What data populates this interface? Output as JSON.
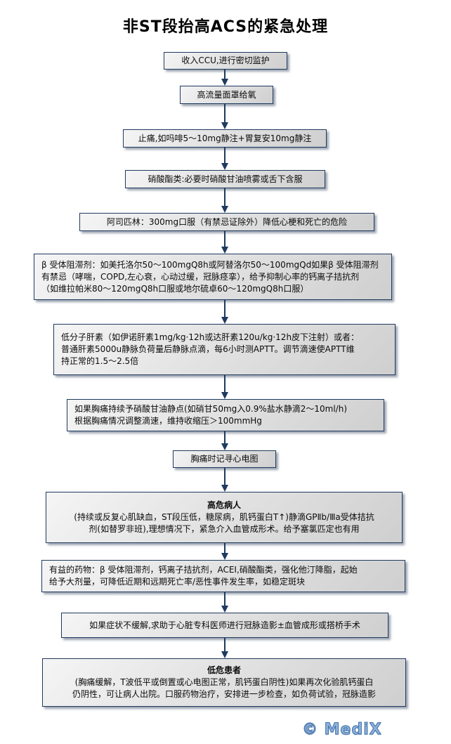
{
  "page": {
    "title": "非ST段抬高ACS的紧急处理",
    "watermark": "© MediX"
  },
  "colors": {
    "node_border": "#1f3a5f",
    "node_fill_light": "#f5f5f5",
    "node_fill_dark": "#cfcfcf",
    "arrow": "#1f3a5f",
    "watermark_blue": "#8fb2dc",
    "watermark_outline": "#3e6fa8"
  },
  "flowchart": {
    "nodes": [
      {
        "id": "admit-ccu",
        "text": "收入CCU,进行密切监护"
      },
      {
        "id": "oxygen",
        "text": "高流量面罩给氧"
      },
      {
        "id": "analgesia",
        "text": "止痛,如吗啡5～10mg静注+胃复安10mg静注"
      },
      {
        "id": "nitrates",
        "text": "硝酸酯类:必要时硝酸甘油喷雾或舌下含服"
      },
      {
        "id": "aspirin",
        "text": "阿司匹林：300mg口服（有禁忌证除外）降低心梗和死亡的危险"
      },
      {
        "id": "beta-blocker",
        "lines": [
          "β 受体阻滞剂：如美托洛尔50～100mgQ8h或阿替洛尔50～100mgQd如果β 受体阻滞剂",
          "有禁忌（哮喘，COPD,左心衰，心动过缓，冠脉痉挛），给予抑制心率的钙离子拮抗剂",
          "（如维拉帕米80～120mgQ8h口服或地尔硫卓60～120mgQ8h口服）"
        ]
      },
      {
        "id": "heparin",
        "lines": [
          "低分子肝素（如伊诺肝素1mg/kg·12h或达肝素120u/kg·12h皮下注射）或者：",
          "普通肝素5000u静脉负荷量后静脉点滴，每6小时测APTT。调节滴速使APTT维",
          "持正常的1.5～2.5倍"
        ]
      },
      {
        "id": "ntg-drip",
        "lines": [
          "如果胸痛持续予硝酸甘油静点(如硝甘50mg入0.9%盐水静滴2～10ml/h)",
          "根据胸痛情况调整滴速，维持收缩压＞100mmHg"
        ]
      },
      {
        "id": "ecg",
        "text": "胸痛时记寻心电图"
      },
      {
        "id": "high-risk",
        "heading": "高危病人",
        "lines": [
          "(持续或反复心肌缺血，ST段压低，糖尿病，肌钙蛋白T↑)静滴GPⅡb/Ⅲa受体拮抗",
          "剂(如替罗非班),理想情况下，紧急介入血管成形术。给予塞氯匹定也有用"
        ]
      },
      {
        "id": "beneficial-drugs",
        "lines": [
          "有益的药物：β 受体阻滞剂，钙离子拮抗剂，ACEI,硝酸酯类，强化他汀降脂，起始",
          "给予大剂量，可降低近期和远期死亡率/恶性事件发生率，如稳定斑块"
        ]
      },
      {
        "id": "refractory",
        "text": "如果症状不缓解,求助于心脏专科医师进行冠脉造影±血管成形或搭桥手术"
      },
      {
        "id": "low-risk",
        "heading": "低危患者",
        "lines": [
          "(胸痛缓解，T波低平或倒置或心电图正常，肌钙蛋白阴性)如果再次化验肌钙蛋白",
          "仍阴性，可让病人出院。口服药物治疗，安排进一步检查，如负荷试验，冠脉造影"
        ]
      }
    ]
  }
}
